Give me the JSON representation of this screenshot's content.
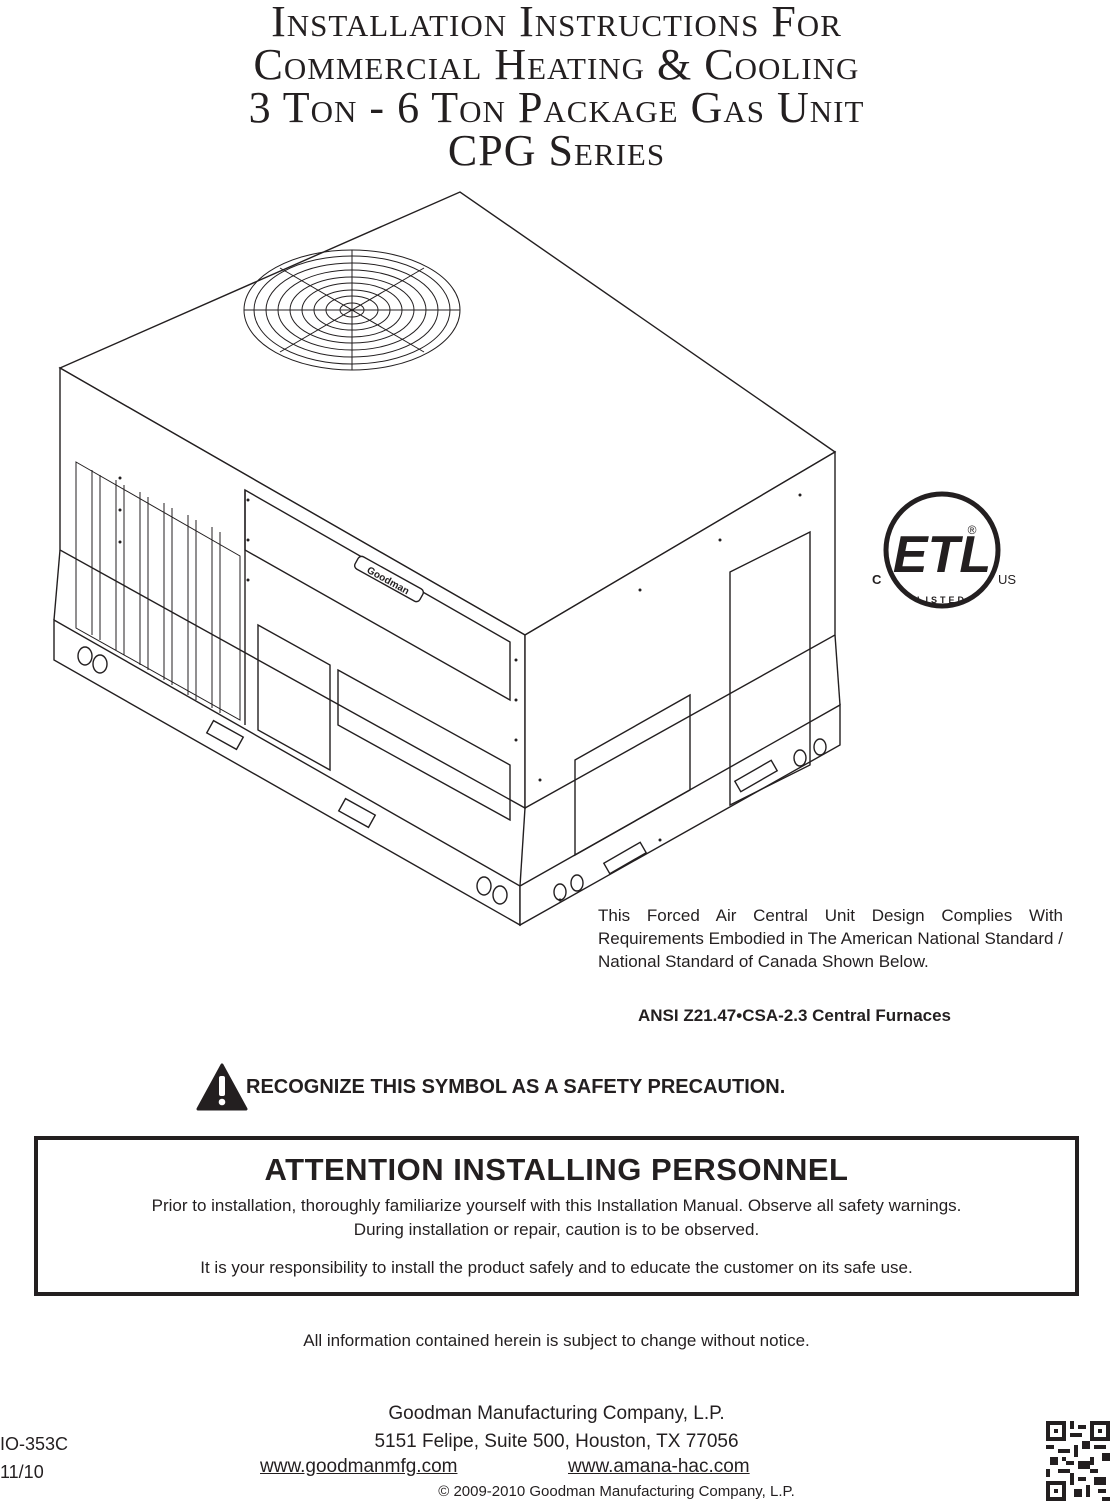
{
  "header": {
    "title_line1": "Installation Instructions For",
    "title_line2": "Commercial Heating & Cooling",
    "title_line3": "3 Ton - 6 Ton Package Gas Unit",
    "title_line4": "CPG Series"
  },
  "unit_illustration": {
    "brand_label": "Goodman"
  },
  "certification": {
    "mark_text": "ETL",
    "left_letter": "C",
    "right_letters": "US",
    "listed_text": "LISTED",
    "registered_symbol": "®"
  },
  "compliance": {
    "statement": "This Forced Air Central Unit Design Complies With Requirements Embodied in The American National Standard / National Standard of Canada Shown Below.",
    "standard": "ANSI Z21.47•CSA-2.3 Central Furnaces"
  },
  "safety": {
    "symbol_text": "RECOGNIZE THIS SYMBOL AS A SAFETY PRECAUTION."
  },
  "attention_box": {
    "heading": "ATTENTION INSTALLING PERSONNEL",
    "paragraph1_line1": "Prior to  installation, thoroughly familiarize yourself with this Installation Manual. Observe all safety warnings.",
    "paragraph1_line2": "During installation or repair, caution is to be observed.",
    "paragraph2": "It is your responsibility to install the product safely and to educate the customer on its safe use."
  },
  "notice": "All information contained herein is subject to change without notice.",
  "footer": {
    "doc_number": "IO-353C",
    "doc_date": "11/10",
    "company_name": "Goodman Manufacturing Company, L.P.",
    "address": "5151 Felipe, Suite 500, Houston, TX 77056",
    "website1": "www.goodmanmfg.com",
    "website2": "www.amana-hac.com",
    "copyright": "© 2009-2010 Goodman Manufacturing Company, L.P."
  }
}
